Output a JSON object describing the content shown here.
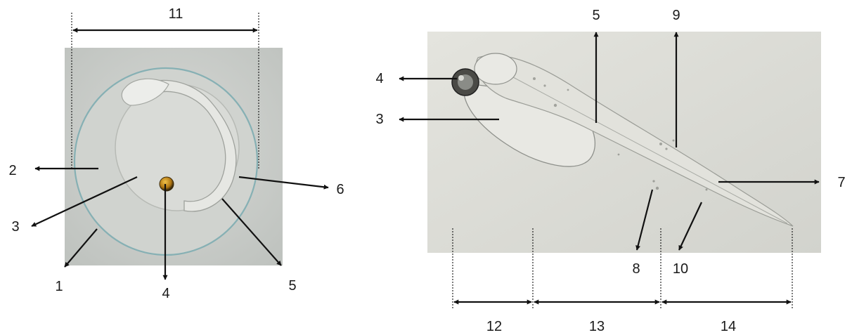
{
  "panels": {
    "left": {
      "labels": {
        "l1": "1",
        "l2": "2",
        "l3": "3",
        "l4": "4",
        "l5": "5",
        "l6": "6",
        "l11": "11"
      }
    },
    "right": {
      "labels": {
        "r3": "3",
        "r4": "4",
        "r5": "5",
        "r7": "7",
        "r8": "8",
        "r9": "9",
        "r10": "10",
        "r12": "12",
        "r13": "13",
        "r14": "14"
      }
    }
  },
  "colors": {
    "photo_left_bg": "#c9ccc9",
    "photo_right_bg": "#dcdcd6",
    "chorion": "#86b0b4",
    "eye": "#c8901a",
    "arrow": "#111111"
  }
}
